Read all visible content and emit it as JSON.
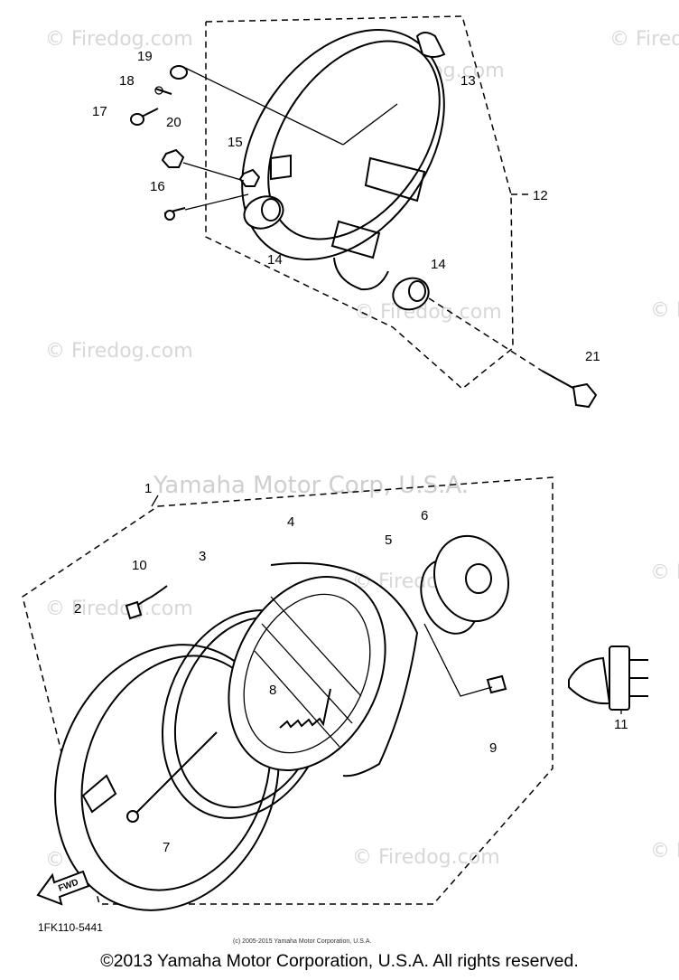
{
  "watermarks": {
    "site": "© Firedog.com",
    "brand": "Yamaha Motor Corp, U.S.A."
  },
  "callouts": {
    "c1": "1",
    "c2": "2",
    "c3": "3",
    "c4": "4",
    "c5": "5",
    "c6": "6",
    "c7": "7",
    "c8": "8",
    "c9": "9",
    "c10": "10",
    "c11": "11",
    "c12": "12",
    "c13": "13",
    "c14a": "14",
    "c14b": "14",
    "c15": "15",
    "c16": "16",
    "c17": "17",
    "c18": "18",
    "c19": "19",
    "c20": "20",
    "c21": "21"
  },
  "badge": {
    "fwd": "FWD"
  },
  "drawing_code": "1FK110-5441",
  "small_copyright": "(c) 2005-2015 Yamaha Motor Corporation, U.S.A.",
  "footer": "©2013 Yamaha Motor Corporation, U.S.A. All rights reserved."
}
